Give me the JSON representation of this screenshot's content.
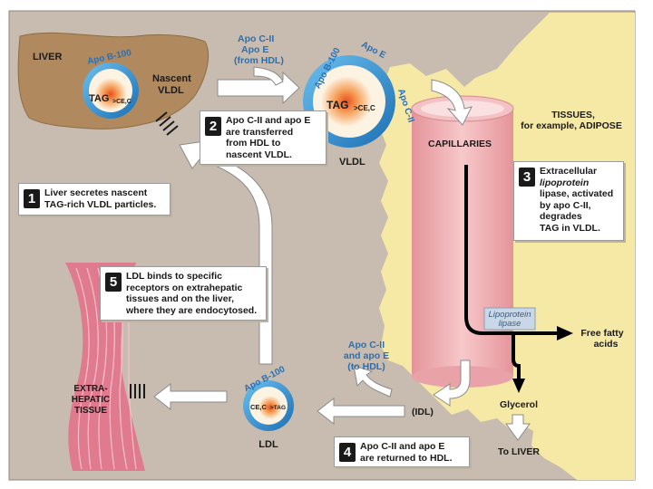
{
  "labels": {
    "liver": "LIVER",
    "apo_b100_liver": "Apo B-100",
    "tag_liver": "TAG",
    "ce_c_liver": ">CE,C",
    "nascent_vldl": [
      "Nascent",
      "VLDL"
    ],
    "apo_from_hdl": [
      "Apo C-II",
      "Apo E",
      "(from HDL)"
    ],
    "apo_b100_vldl": "Apo B-100",
    "apo_e_vldl": "Apo E",
    "apo_cii_vldl": "Apo C-II",
    "tag_vldl": "TAG",
    "ce_c_vldl": ">CE,C",
    "vldl": "VLDL",
    "tissues": [
      "TISSUES,",
      "for example, ADIPOSE"
    ],
    "capillaries": "CAPILLARIES",
    "lipoprotein_lipase": [
      "Lipoprotein",
      "lipase"
    ],
    "free_fatty_acids": [
      "Free fatty",
      "acids"
    ],
    "glycerol": "Glycerol",
    "to_liver": "To LIVER",
    "idl": "(IDL)",
    "apo_to_hdl": [
      "Apo C-II",
      "and apo E",
      "(to HDL)"
    ],
    "apo_b100_ldl": "Apo B-100",
    "ce_c_ldl": "CE,C",
    "tag_ldl": ">TAG",
    "ldl": "LDL",
    "extrahepatic": [
      "EXTRA-",
      "HEPATIC",
      "TISSUE"
    ]
  },
  "steps": [
    {
      "number": "1",
      "lines": [
        "Liver secretes nascent",
        "TAG-rich VLDL particles."
      ]
    },
    {
      "number": "2",
      "lines": [
        "Apo C-II and apo E",
        "are transferred",
        "from HDL to",
        "nascent VLDL."
      ]
    },
    {
      "number": "3",
      "lines": [
        "Extracellular",
        "lipoprotein",
        "lipase, activated",
        "by apo C-II,",
        "degrades",
        "TAG in VLDL."
      ]
    },
    {
      "number": "4",
      "lines": [
        "Apo C-II and apo E",
        "are returned to HDL."
      ]
    },
    {
      "number": "5",
      "lines": [
        "LDL binds to specific",
        "receptors on extrahepatic",
        "tissues and on the liver,",
        "where they are endocytosed."
      ]
    }
  ],
  "colors": {
    "background": "#c7bcaf",
    "liver": "#b08a5e",
    "tissue": "#f6e9a6",
    "capillary": "#f0b0b4",
    "particle_ring": "#2a86c8",
    "muscle": "#e07b8f",
    "label_blue": "#2a6fb5"
  }
}
